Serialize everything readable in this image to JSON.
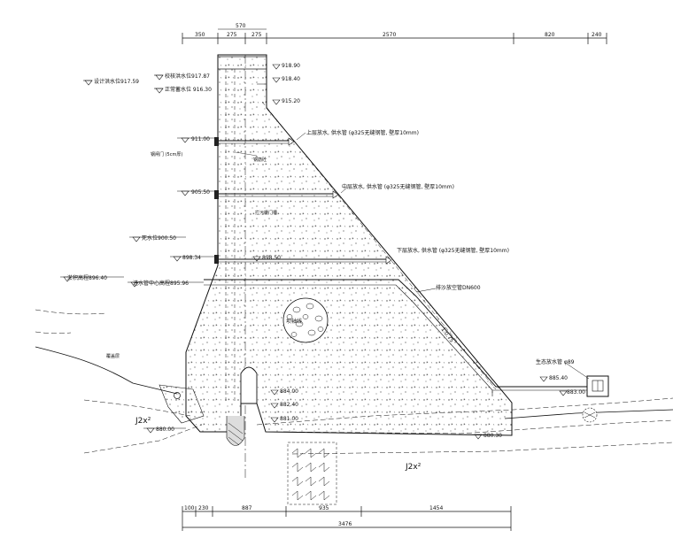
{
  "dimensions_top": [
    "350",
    "275",
    "275",
    "570",
    "2570",
    "820",
    "240"
  ],
  "dimensions_bottom": [
    "100",
    "230",
    "887",
    "935",
    "1454",
    "3476"
  ],
  "elevations": {
    "design_flood": "设计洪水位917.59",
    "check_flood": "校核洪水位917.87",
    "normal_level": "正常蓄水位 916.30",
    "crest": "918.90",
    "crest_wall": "918.40",
    "upstream_step": "915.20",
    "outlet_1": "911.00",
    "outlet_2": "905.50",
    "dead_level": "死水位900.50",
    "outlet_3_left": "898.34",
    "outlet_3_right": "898.50",
    "sediment_level": "淤积高程896.40",
    "outlet_center": "进水管中心高程895.96",
    "gallery_top": "884.00",
    "gallery_mid": "882.40",
    "foundation_left": "880.00",
    "foundation_toe": "881.00",
    "toe_right": "880.30",
    "pipe_outlet": "885.40",
    "valve_well": "883.00"
  },
  "callouts": {
    "upper_outlet": "上层放水, 供水管 (φ325无缝钢管, 壁厚10mm)",
    "middle_outlet": "中层放水, 供水管 (φ325无缝钢管, 壁厚10mm)",
    "lower_outlet": "下层放水, 供水管 (φ325无缝钢管, 壁厚10mm)",
    "sediment_pipe": "排沙放空管DN600",
    "eco_pipe": "生态放水管 φ89",
    "cover_layer": "覆盖层",
    "small_note_1": "钢闸门 (5cm厚)",
    "small_note_2": "钢筋砼",
    "small_note_3": "拦污栅门槽",
    "slope_label": "1:0.75",
    "foundation_label_left": "J2x²",
    "foundation_label_right": "J2x²",
    "axis_label": "坝轴线"
  }
}
